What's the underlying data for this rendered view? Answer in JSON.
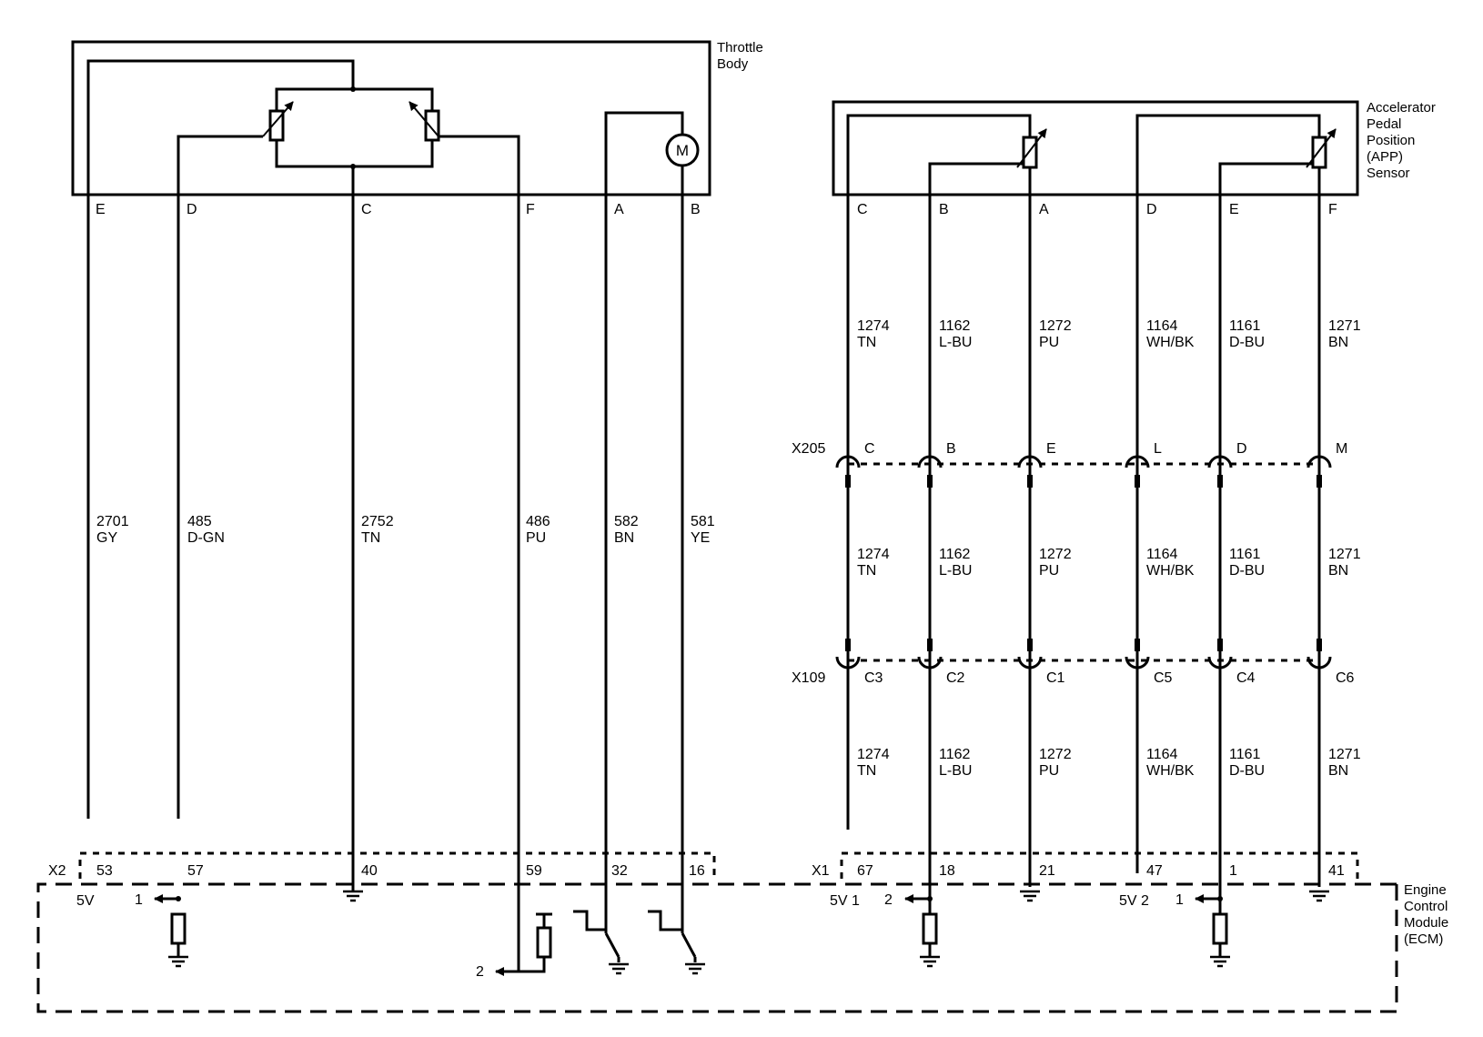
{
  "throttle_body": {
    "name_line1": "Throttle",
    "name_line2": "Body",
    "motor_symbol": "M",
    "pins": [
      "E",
      "D",
      "C",
      "F",
      "A",
      "B"
    ],
    "wires": [
      {
        "circuit": "2701",
        "color": "GY"
      },
      {
        "circuit": "485",
        "color": "D-GN"
      },
      {
        "circuit": "2752",
        "color": "TN"
      },
      {
        "circuit": "486",
        "color": "PU"
      },
      {
        "circuit": "582",
        "color": "BN"
      },
      {
        "circuit": "581",
        "color": "YE"
      }
    ],
    "ecm_connector": "X2",
    "ecm_pins": [
      "53",
      "57",
      "40",
      "59",
      "32",
      "16"
    ]
  },
  "app_sensor": {
    "name_lines": [
      "Accelerator",
      "Pedal",
      "Position",
      "(APP)",
      "Sensor"
    ],
    "pins": [
      "C",
      "B",
      "A",
      "D",
      "E",
      "F"
    ],
    "wires": [
      {
        "circuit": "1274",
        "color": "TN"
      },
      {
        "circuit": "1162",
        "color": "L-BU"
      },
      {
        "circuit": "1272",
        "color": "PU"
      },
      {
        "circuit": "1164",
        "color": "WH/BK"
      },
      {
        "circuit": "1161",
        "color": "D-BU"
      },
      {
        "circuit": "1271",
        "color": "BN"
      }
    ],
    "x205": {
      "name": "X205",
      "pins": [
        "C",
        "B",
        "E",
        "L",
        "D",
        "M"
      ]
    },
    "x109": {
      "name": "X109",
      "pins": [
        "C3",
        "C2",
        "C1",
        "C5",
        "C4",
        "C6"
      ]
    },
    "ecm_connector": "X1",
    "ecm_pins": [
      "67",
      "18",
      "21",
      "47",
      "1",
      "41"
    ]
  },
  "ecm": {
    "name_lines": [
      "Engine",
      "Control",
      "Module",
      "(ECM)"
    ],
    "ref_5v": "5V",
    "ref_5v_1": "5V 1",
    "ref_5v_2": "5V 2",
    "signal_1": "1",
    "signal_2": "2"
  }
}
